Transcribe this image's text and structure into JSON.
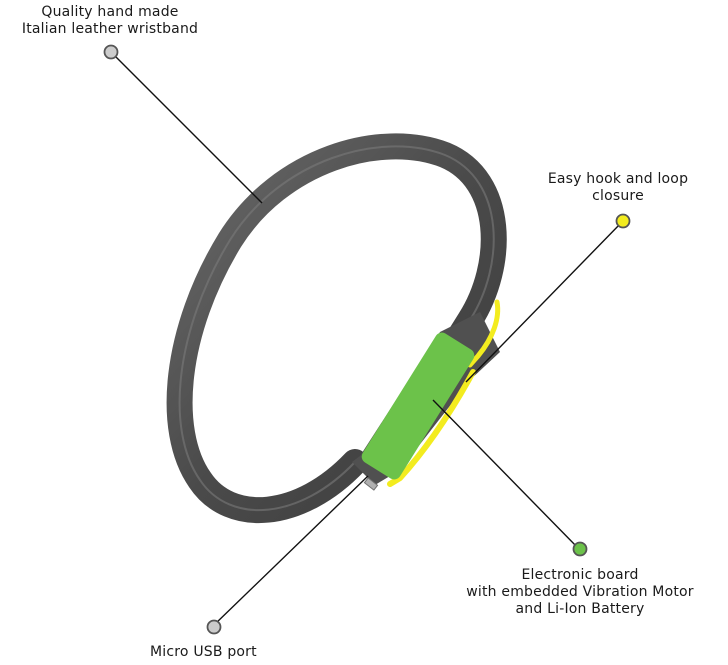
{
  "callouts": {
    "wristband": {
      "lines": [
        "Quality hand made",
        "Italian leather wristband"
      ],
      "dot_color": "#cccccc"
    },
    "closure": {
      "lines": [
        "Easy hook and loop",
        "closure"
      ],
      "dot_color": "#f3ec1f"
    },
    "board": {
      "lines": [
        "Electronic board",
        "with embedded Vibration Motor",
        "and Li-Ion Battery"
      ],
      "dot_color": "#6cc24a"
    },
    "usb": {
      "lines": [
        "Micro USB port"
      ],
      "dot_color": "#cccccc"
    }
  },
  "colors": {
    "band": "#4a4a4a",
    "band_edge": "#777777",
    "board": "#6cc24a",
    "closure": "#f3ec1f",
    "leader_line": "#111111"
  }
}
